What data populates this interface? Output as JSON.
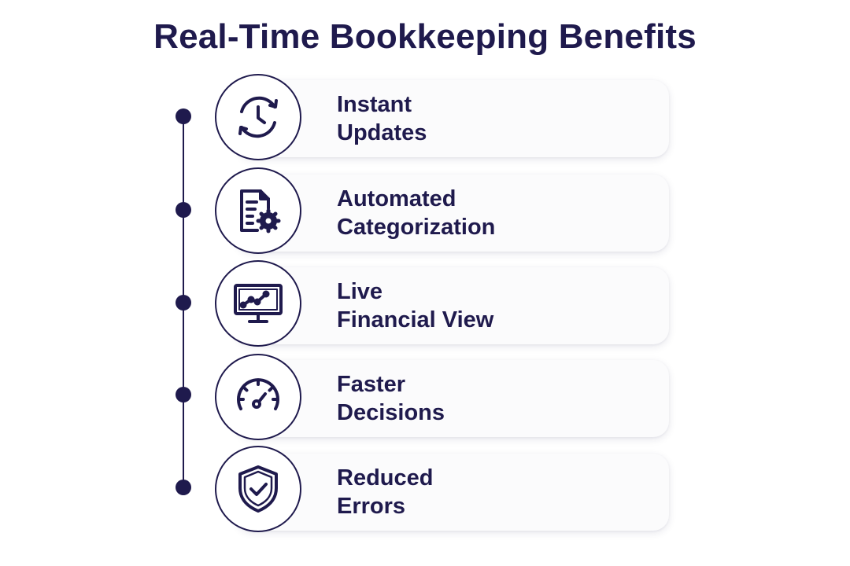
{
  "title": "Real-Time Bookkeeping Benefits",
  "colors": {
    "primary": "#1f1a4d",
    "card": "#fbfbfc",
    "background": "#ffffff"
  },
  "benefits": [
    {
      "icon": "clock-refresh-icon",
      "line1": "Instant",
      "line2": "Updates"
    },
    {
      "icon": "document-gear-icon",
      "line1": "Automated",
      "line2": "Categorization"
    },
    {
      "icon": "monitor-chart-icon",
      "line1": "Live",
      "line2": "Financial View"
    },
    {
      "icon": "speedometer-icon",
      "line1": "Faster",
      "line2": "Decisions"
    },
    {
      "icon": "shield-check-icon",
      "line1": "Reduced",
      "line2": "Errors"
    }
  ]
}
